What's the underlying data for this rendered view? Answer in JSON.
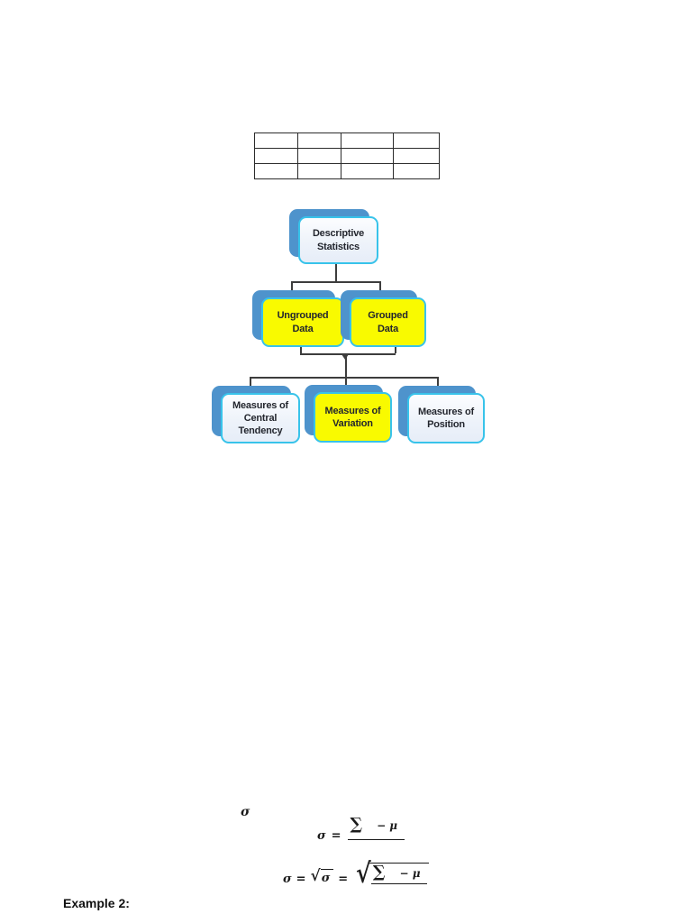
{
  "table": {
    "rows": [
      [
        "",
        "",
        "",
        ""
      ],
      [
        "",
        "",
        "",
        ""
      ],
      [
        "",
        "",
        "",
        ""
      ]
    ]
  },
  "diagram": {
    "nodes": {
      "root": {
        "label": "Descriptive\nStatistics",
        "style": "light"
      },
      "ungrouped": {
        "label": "Ungrouped\nData",
        "style": "yellow"
      },
      "grouped": {
        "label": "Grouped\nData",
        "style": "yellow"
      },
      "central_tendency": {
        "label": "Measures of\nCentral\nTendency",
        "style": "light"
      },
      "variation": {
        "label": "Measures of\nVariation",
        "style": "yellow"
      },
      "position": {
        "label": "Measures of\nPosition",
        "style": "light"
      }
    },
    "colors": {
      "shadow_blue": "#4e93cc",
      "border_cyan": "#38c3ea",
      "highlight_yellow": "#f9fa00",
      "box_text": "#23262e",
      "connector": "#3d3d3d"
    }
  },
  "formulas": {
    "sigma_symbol": "σ",
    "equation1": {
      "lhs": "σ",
      "equals": "=",
      "sum": "∑",
      "minus_mu": "− μ"
    },
    "equation2": {
      "lhs": "σ",
      "equals1": "=",
      "radical1": "√",
      "sqrt_arg": "σ",
      "equals2": "=",
      "radical2": "√",
      "sum": "∑",
      "minus_mu": "− μ"
    }
  },
  "example": {
    "label": "Example 2:"
  }
}
